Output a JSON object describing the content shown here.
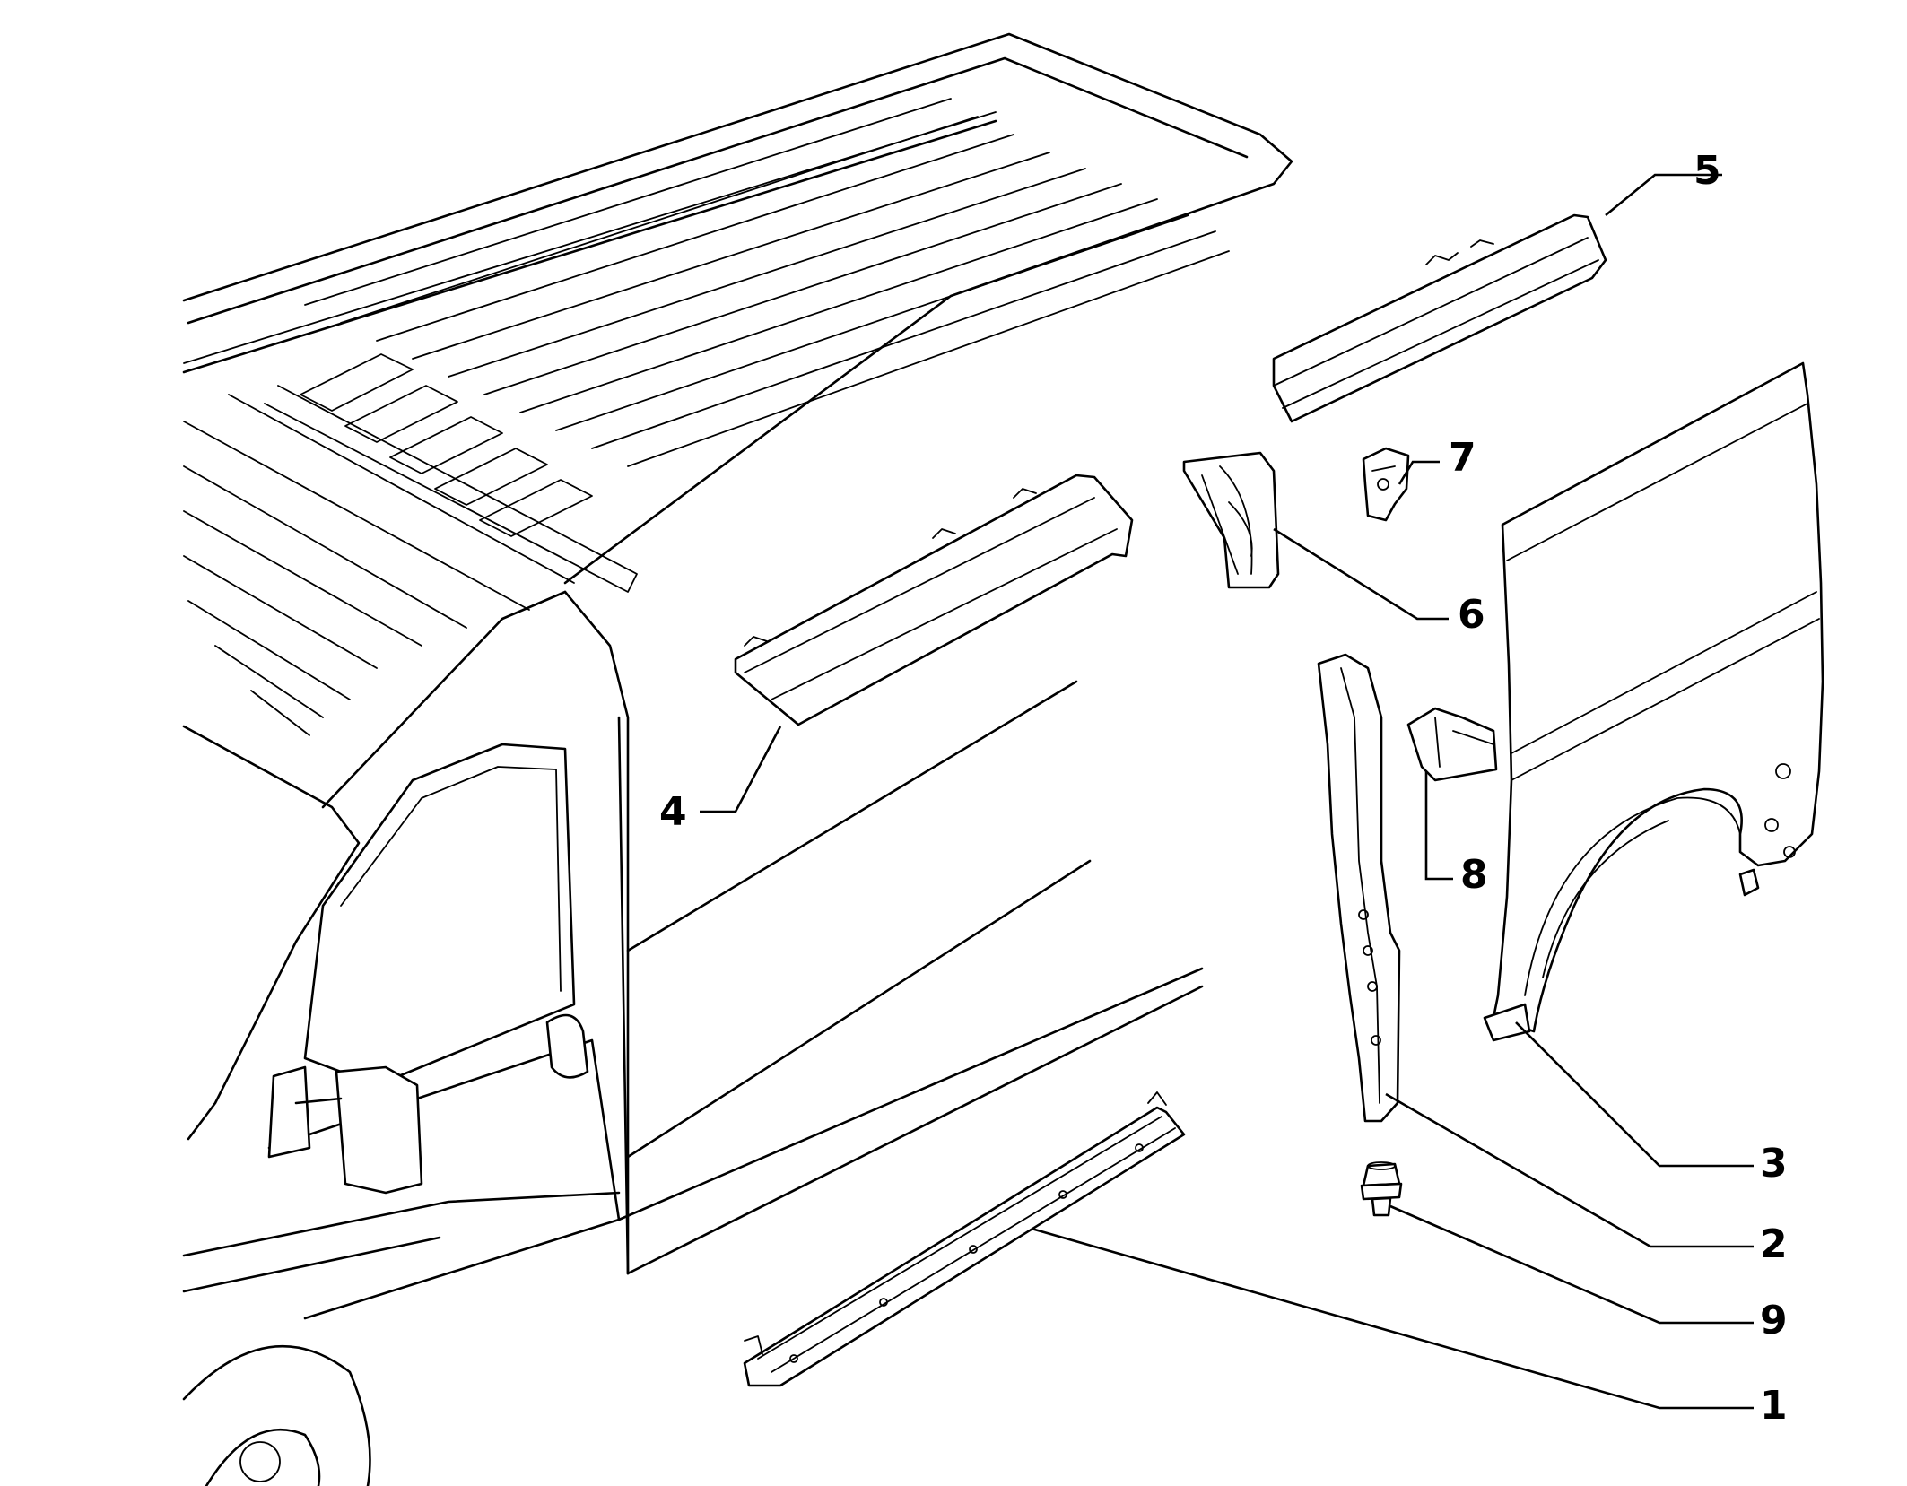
{
  "callouts": [
    {
      "id": "1",
      "label": "1"
    },
    {
      "id": "2",
      "label": "2"
    },
    {
      "id": "3",
      "label": "3"
    },
    {
      "id": "4",
      "label": "4"
    },
    {
      "id": "5",
      "label": "5"
    },
    {
      "id": "6",
      "label": "6"
    },
    {
      "id": "7",
      "label": "7"
    },
    {
      "id": "8",
      "label": "8"
    },
    {
      "id": "9",
      "label": "9"
    }
  ],
  "line_color": "#000000",
  "background": "#ffffff"
}
